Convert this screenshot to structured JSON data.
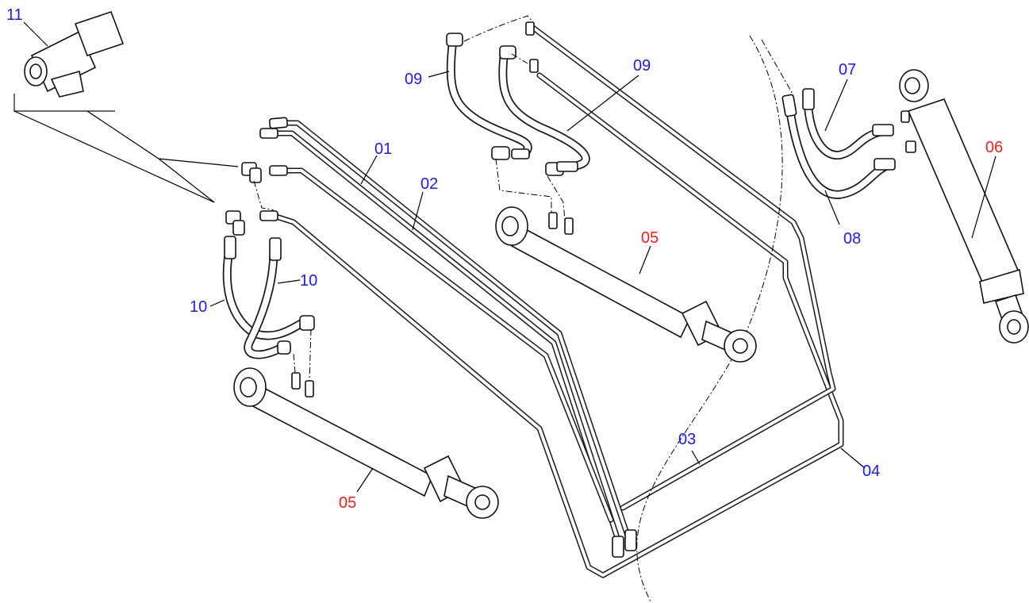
{
  "callouts": [
    {
      "key": "11",
      "text": "11",
      "color": "blue"
    },
    {
      "key": "09a",
      "text": "09",
      "color": "blue"
    },
    {
      "key": "09b",
      "text": "09",
      "color": "blue"
    },
    {
      "key": "07",
      "text": "07",
      "color": "blue"
    },
    {
      "key": "06",
      "text": "06",
      "color": "red"
    },
    {
      "key": "01",
      "text": "01",
      "color": "blue"
    },
    {
      "key": "02",
      "text": "02",
      "color": "blue"
    },
    {
      "key": "08",
      "text": "08",
      "color": "blue"
    },
    {
      "key": "05a",
      "text": "05",
      "color": "red"
    },
    {
      "key": "10a",
      "text": "10",
      "color": "blue"
    },
    {
      "key": "10b",
      "text": "10",
      "color": "blue"
    },
    {
      "key": "03",
      "text": "03",
      "color": "blue"
    },
    {
      "key": "04",
      "text": "04",
      "color": "blue"
    },
    {
      "key": "05b",
      "text": "05",
      "color": "red"
    }
  ],
  "colors": {
    "label_blue": "#1a1aff",
    "label_red": "#ff1a1a",
    "line": "#1a1a1a"
  }
}
